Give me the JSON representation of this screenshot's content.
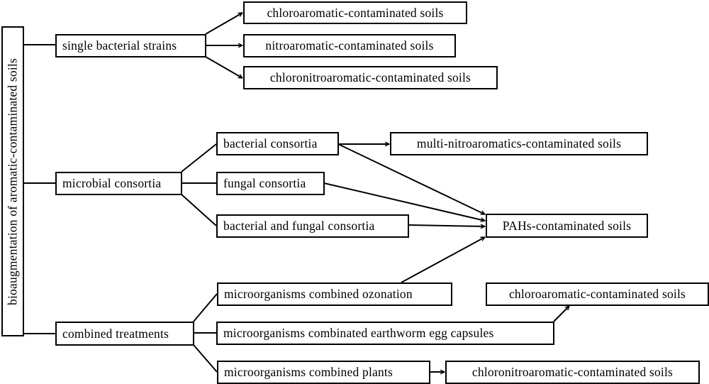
{
  "diagram": {
    "root": {
      "label": "bioaugmentation of aromatic-contaminated soils"
    },
    "categories": [
      {
        "label": "single bacterial strains",
        "targets": [
          "chloroaromatic-contaminated soils",
          "nitroaromatic-contaminated soils",
          "chloronitroaromatic-contaminated soils"
        ]
      },
      {
        "label": "microbial consortia",
        "methods": [
          "bacterial consortia",
          "fungal consortia",
          "bacterial and fungal consortia"
        ],
        "targets": [
          "multi-nitroaromatics-contaminated soils",
          "PAHs-contaminated soils"
        ]
      },
      {
        "label": "combined treatments",
        "methods": [
          "microorganisms combined ozonation",
          "microorganisms combinated earthworm egg capsules",
          "microorganisms combined plants"
        ],
        "targets": [
          "chloroaromatic-contaminated soils",
          "chloronitroaromatic-contaminated soils"
        ]
      }
    ],
    "edges": [
      {
        "from": "bioaugmentation of aromatic-contaminated soils",
        "to": "single bacterial strains",
        "arrow": false
      },
      {
        "from": "bioaugmentation of aromatic-contaminated soils",
        "to": "microbial consortia",
        "arrow": false
      },
      {
        "from": "bioaugmentation of aromatic-contaminated soils",
        "to": "combined treatments",
        "arrow": false
      },
      {
        "from": "single bacterial strains",
        "to": "chloroaromatic-contaminated soils",
        "arrow": true
      },
      {
        "from": "single bacterial strains",
        "to": "nitroaromatic-contaminated soils",
        "arrow": true
      },
      {
        "from": "single bacterial strains",
        "to": "chloronitroaromatic-contaminated soils",
        "arrow": true
      },
      {
        "from": "microbial consortia",
        "to": "bacterial consortia",
        "arrow": false
      },
      {
        "from": "microbial consortia",
        "to": "fungal consortia",
        "arrow": false
      },
      {
        "from": "microbial consortia",
        "to": "bacterial and fungal consortia",
        "arrow": false
      },
      {
        "from": "bacterial consortia",
        "to": "multi-nitroaromatics-contaminated soils",
        "arrow": true
      },
      {
        "from": "bacterial consortia",
        "to": "PAHs-contaminated soils",
        "arrow": true
      },
      {
        "from": "fungal consortia",
        "to": "PAHs-contaminated soils",
        "arrow": true
      },
      {
        "from": "bacterial and fungal consortia",
        "to": "PAHs-contaminated soils",
        "arrow": true
      },
      {
        "from": "combined treatments",
        "to": "microorganisms combined ozonation",
        "arrow": false
      },
      {
        "from": "combined treatments",
        "to": "microorganisms combinated earthworm egg capsules",
        "arrow": false
      },
      {
        "from": "combined treatments",
        "to": "microorganisms combined plants",
        "arrow": false
      },
      {
        "from": "microorganisms combined ozonation",
        "to": "PAHs-contaminated soils",
        "arrow": true
      },
      {
        "from": "microorganisms combinated earthworm egg capsules",
        "to": "chloroaromatic-contaminated soils",
        "arrow": true
      },
      {
        "from": "microorganisms combined plants",
        "to": "chloronitroaromatic-contaminated soils",
        "arrow": true
      }
    ]
  }
}
